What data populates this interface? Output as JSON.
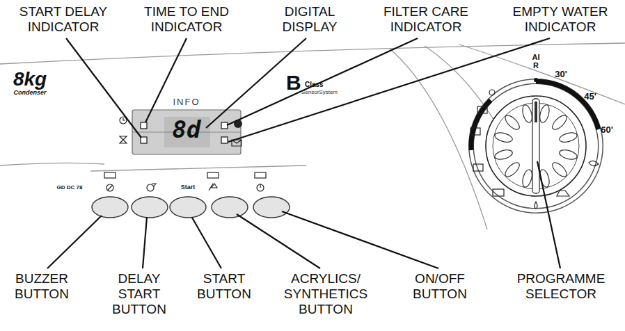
{
  "diagram": {
    "labels": [
      "START DELAY INDICATOR",
      "TIME TO END INDICATOR",
      "DIGITAL DISPLAY",
      "FILTER CARE INDICATOR",
      "EMPTY WATER INDICATOR",
      "8kg",
      "Condenser",
      "INFO",
      "8d",
      "B",
      "Class",
      "SensorSystem",
      "AIR",
      "30'",
      "45'",
      "60'",
      "GD DC 78",
      "Start",
      "BUZZER BUTTON",
      "DELAY START BUTTON",
      "START BUTTON",
      "ACRYLICS/ SYNTHETICS BUTTON",
      "ON/OFF BUTTON",
      "PROGRAMME SELECTOR"
    ]
  }
}
